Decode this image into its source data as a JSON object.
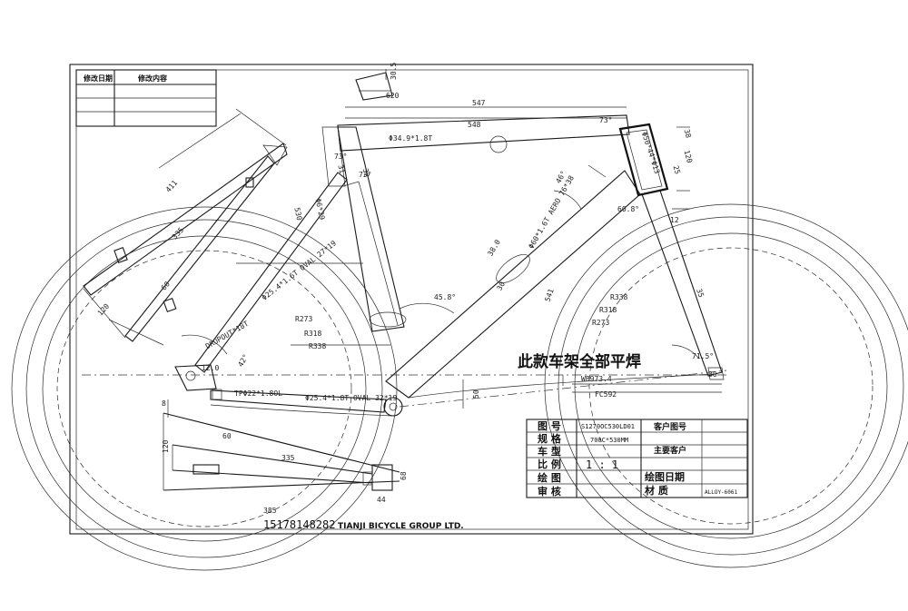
{
  "revision_table": {
    "date_header": "修改日期",
    "content_header": "修改内容"
  },
  "note": "此款车架全部平焊",
  "footer": {
    "phone": "15178148282",
    "company": "TIANJI BICYCLE GROUP LTD."
  },
  "title_block": {
    "drawing_no_label": "图 号",
    "drawing_no_value": "S1270OC530LD01",
    "spec_label": "规 格",
    "spec_value": "700C*530MM",
    "model_label": "车 型",
    "scale_label": "比 例",
    "scale_value": "1 : 1",
    "drawn_label": "绘 图",
    "check_label": "审 核",
    "customer_no_label": "客户图号",
    "customer_label": "主要客户",
    "date_label": "绘图日期",
    "material_label": "材 质",
    "material_value": "ALLOY-6061"
  },
  "dimensions": {
    "top_len": "547",
    "top_len2": "548",
    "head_offset": "620",
    "head_top": "30.5",
    "top_tube": "Φ34.9*1.8T",
    "head_tube_dia": "Φ50*44*Φ13",
    "head_len": "120",
    "head_38": "38",
    "head_25": "25",
    "ang_73a": "73°",
    "ang_73b": "73°",
    "ang_73c": "73°",
    "ang_46": "46°",
    "ang_608": "60.8°",
    "head_12": "12",
    "seat_411": "411",
    "seat_335": "335",
    "seat_60": "60",
    "seat_120": "120",
    "seat_530": "530",
    "seat_dia": "Φ25.4*1.6T OVAL 27*19",
    "seat_31": "31",
    "seat_32": "32",
    "seat_gap": "Φ6*29",
    "stay": "DROPOUT*18T",
    "ang_42": "42°",
    "down_tube": "Φ60*1.6T AERO 76*38",
    "down_30": "30",
    "down_40": "38.0",
    "r273a": "R273",
    "r338a": "R338",
    "r318a": "R318",
    "r273b": "R273",
    "r318b": "R318",
    "r338b": "R338",
    "ang_458": "45.8°",
    "down_541": "541",
    "fork_35": "35",
    "ang_715": "71.5°",
    "fork_30": "30",
    "wb": "WB973.4",
    "fc": "FC592",
    "bb_50": "50",
    "drop_120": "12.0",
    "chain_stay": "TPΦ22*1.8OL",
    "chain_dia": "Φ25.4*1.8T OVAL 32*19",
    "cs_8": "8",
    "cs_120": "120",
    "cs_60": "60",
    "cs_335": "335",
    "cs_68": "68",
    "cs_44": "44",
    "cs_385": "385"
  }
}
